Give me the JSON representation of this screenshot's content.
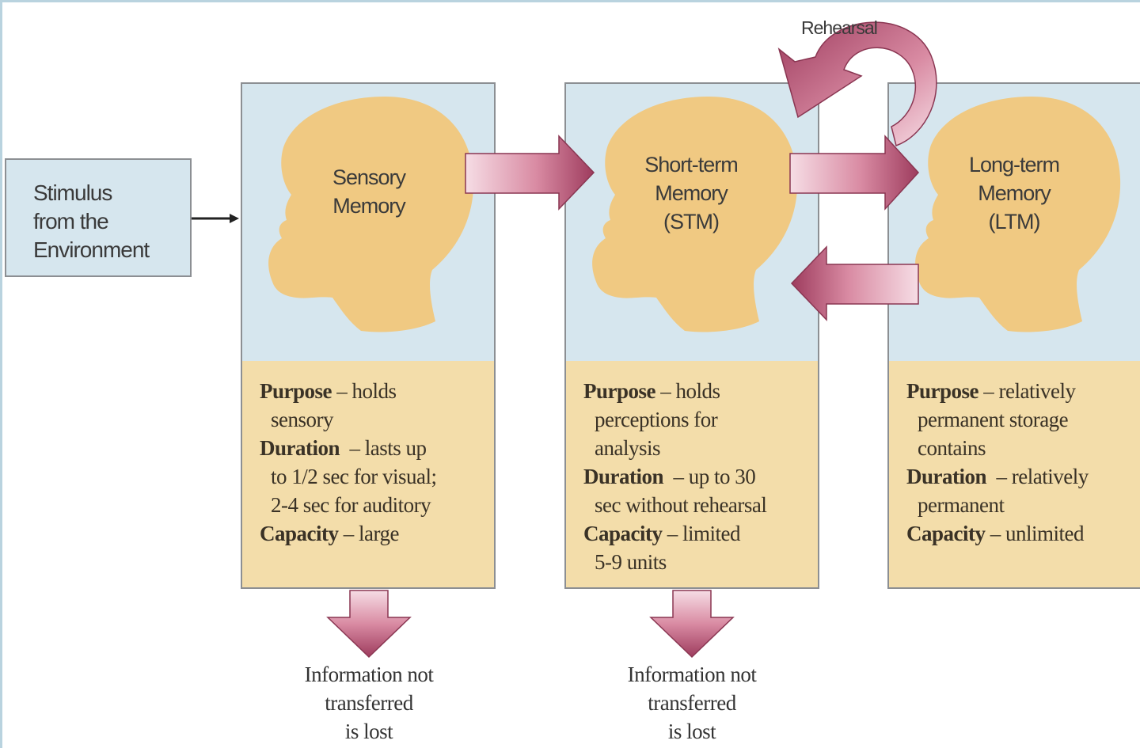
{
  "stimulus": {
    "lines": [
      "Stimulus",
      "from the",
      "Environment"
    ]
  },
  "stages": [
    {
      "title_lines": [
        "Sensory",
        "Memory"
      ],
      "details": {
        "purpose_label": "Purpose",
        "purpose_lines": [
          "– holds",
          "sensory"
        ],
        "duration_label": "Duration",
        "duration_lines": [
          "– lasts up",
          "to 1/2 sec for visual;",
          "2-4 sec for auditory"
        ],
        "capacity_label": "Capacity",
        "capacity_lines": [
          "– large"
        ]
      }
    },
    {
      "title_lines": [
        "Short-term",
        "Memory",
        "(STM)"
      ],
      "details": {
        "purpose_label": "Purpose",
        "purpose_lines": [
          "– holds",
          "perceptions for",
          "analysis"
        ],
        "duration_label": "Duration",
        "duration_lines": [
          "– up to 30",
          "sec without rehearsal"
        ],
        "capacity_label": "Capacity",
        "capacity_lines": [
          "– limited",
          "5-9 units"
        ]
      }
    },
    {
      "title_lines": [
        "Long-term",
        "Memory",
        "(LTM)"
      ],
      "details": {
        "purpose_label": "Purpose",
        "purpose_lines": [
          "– relatively",
          "permanent storage",
          "contains"
        ],
        "duration_label": "Duration",
        "duration_lines": [
          "– relatively",
          "permanent"
        ],
        "capacity_label": "Capacity",
        "capacity_lines": [
          "– unlimited"
        ]
      }
    }
  ],
  "rehearsal_label": "Rehearsal",
  "lost_lines": [
    "Information not",
    "transferred",
    "is lost"
  ],
  "colors": {
    "box_blue": "#d6e6ee",
    "detail_tan": "#f3ddaa",
    "head": "#f0c982",
    "arrow": "#a84a6a"
  }
}
